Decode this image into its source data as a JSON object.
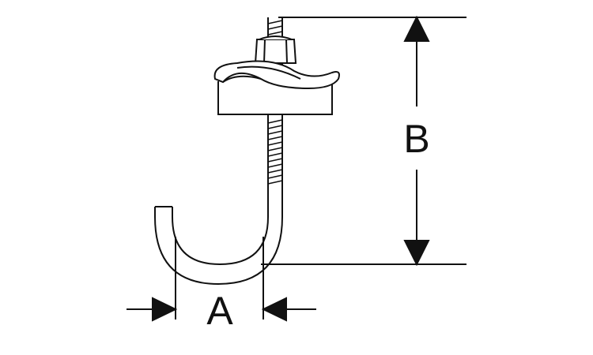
{
  "diagram": {
    "title": "",
    "dimensions": [
      {
        "id": "A",
        "label": "A"
      },
      {
        "id": "B",
        "label": "B"
      }
    ],
    "colors": {
      "line": "#111111",
      "background": "#ffffff"
    }
  }
}
